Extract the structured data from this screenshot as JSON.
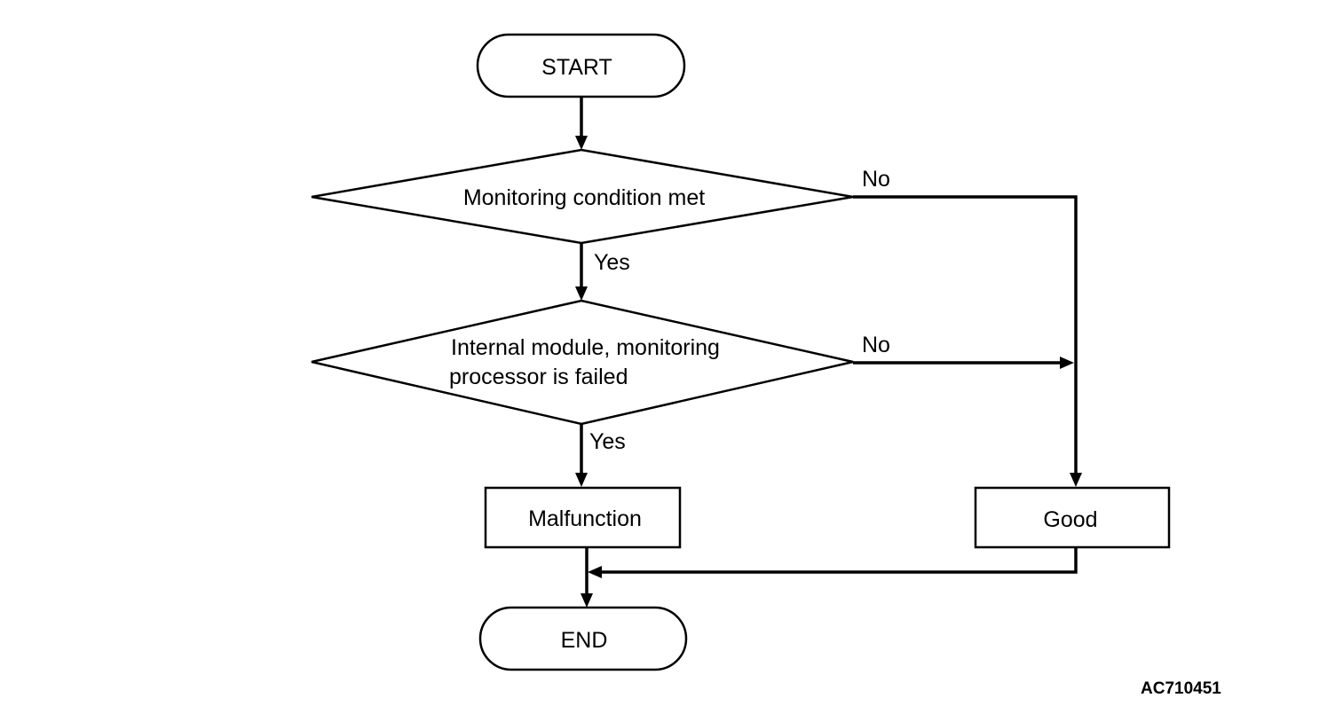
{
  "nodes": {
    "start": "START",
    "decision1": "Monitoring condition met",
    "decision2_line1": "Internal module, monitoring",
    "decision2_line2": "processor is failed",
    "malfunction": "Malfunction",
    "good": "Good",
    "end": "END"
  },
  "edge_labels": {
    "d1_no": "No",
    "d1_yes": "Yes",
    "d2_no": "No",
    "d2_yes": "Yes"
  },
  "figure_code": "AC710451"
}
